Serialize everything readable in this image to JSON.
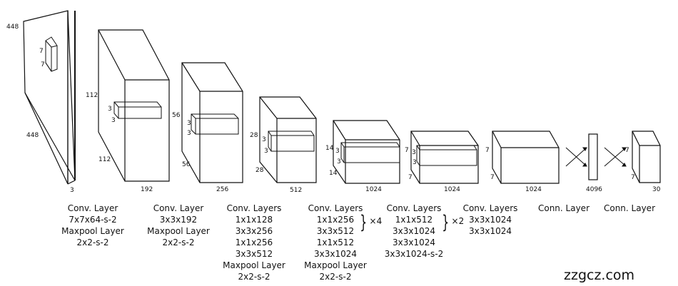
{
  "layers": [
    {
      "id": "input",
      "labels": {
        "height": "448",
        "width": "448",
        "depth": "3",
        "kernel_h": "7",
        "kernel_w": "7"
      },
      "caption": [
        "Conv. Layer",
        "7x7x64-s-2",
        "Maxpool Layer",
        "2x2-s-2"
      ]
    },
    {
      "id": "block1",
      "labels": {
        "height": "112",
        "width": "112",
        "depth": "192",
        "kernel_h": "3",
        "kernel_w": "3"
      },
      "caption": [
        "Conv. Layer",
        "3x3x192",
        "Maxpool Layer",
        "2x2-s-2"
      ]
    },
    {
      "id": "block2",
      "labels": {
        "height": "56",
        "width": "56",
        "depth": "256",
        "kernel_h": "3",
        "kernel_w": "3"
      },
      "caption": [
        "Conv. Layers",
        "1x1x128",
        "3x3x256",
        "1x1x256",
        "3x3x512",
        "Maxpool Layer",
        "2x2-s-2"
      ]
    },
    {
      "id": "block3",
      "labels": {
        "height": "28",
        "width": "28",
        "depth": "512",
        "kernel_h": "3",
        "kernel_w": "3"
      },
      "caption": [
        "Conv. Layers",
        "1x1x256",
        "3x3x512",
        "1x1x512",
        "3x3x1024",
        "Maxpool Layer",
        "2x2-s-2"
      ],
      "repeat": "×4"
    },
    {
      "id": "block4",
      "labels": {
        "height": "14",
        "width": "14",
        "depth": "1024",
        "kernel_h": "3",
        "kernel_w": "3"
      },
      "caption": [
        "Conv. Layers",
        "1x1x512",
        "3x3x1024",
        "3x3x1024",
        "3x3x1024-s-2"
      ],
      "repeat": "×2"
    },
    {
      "id": "block5",
      "labels": {
        "height": "7",
        "width": "7",
        "depth": "1024",
        "kernel_h": "3",
        "kernel_w": "3"
      },
      "caption": [
        "Conv. Layers",
        "3x3x1024",
        "3x3x1024"
      ]
    },
    {
      "id": "block6",
      "labels": {
        "height": "7",
        "width": "7",
        "depth": "1024"
      },
      "caption": [
        "Conn. Layer"
      ]
    },
    {
      "id": "fc",
      "labels": {
        "depth": "4096"
      },
      "caption": [
        "Conn. Layer"
      ]
    },
    {
      "id": "output",
      "labels": {
        "height": "7",
        "width": "7",
        "depth": "30"
      }
    }
  ],
  "watermark": "zzgcz.com"
}
